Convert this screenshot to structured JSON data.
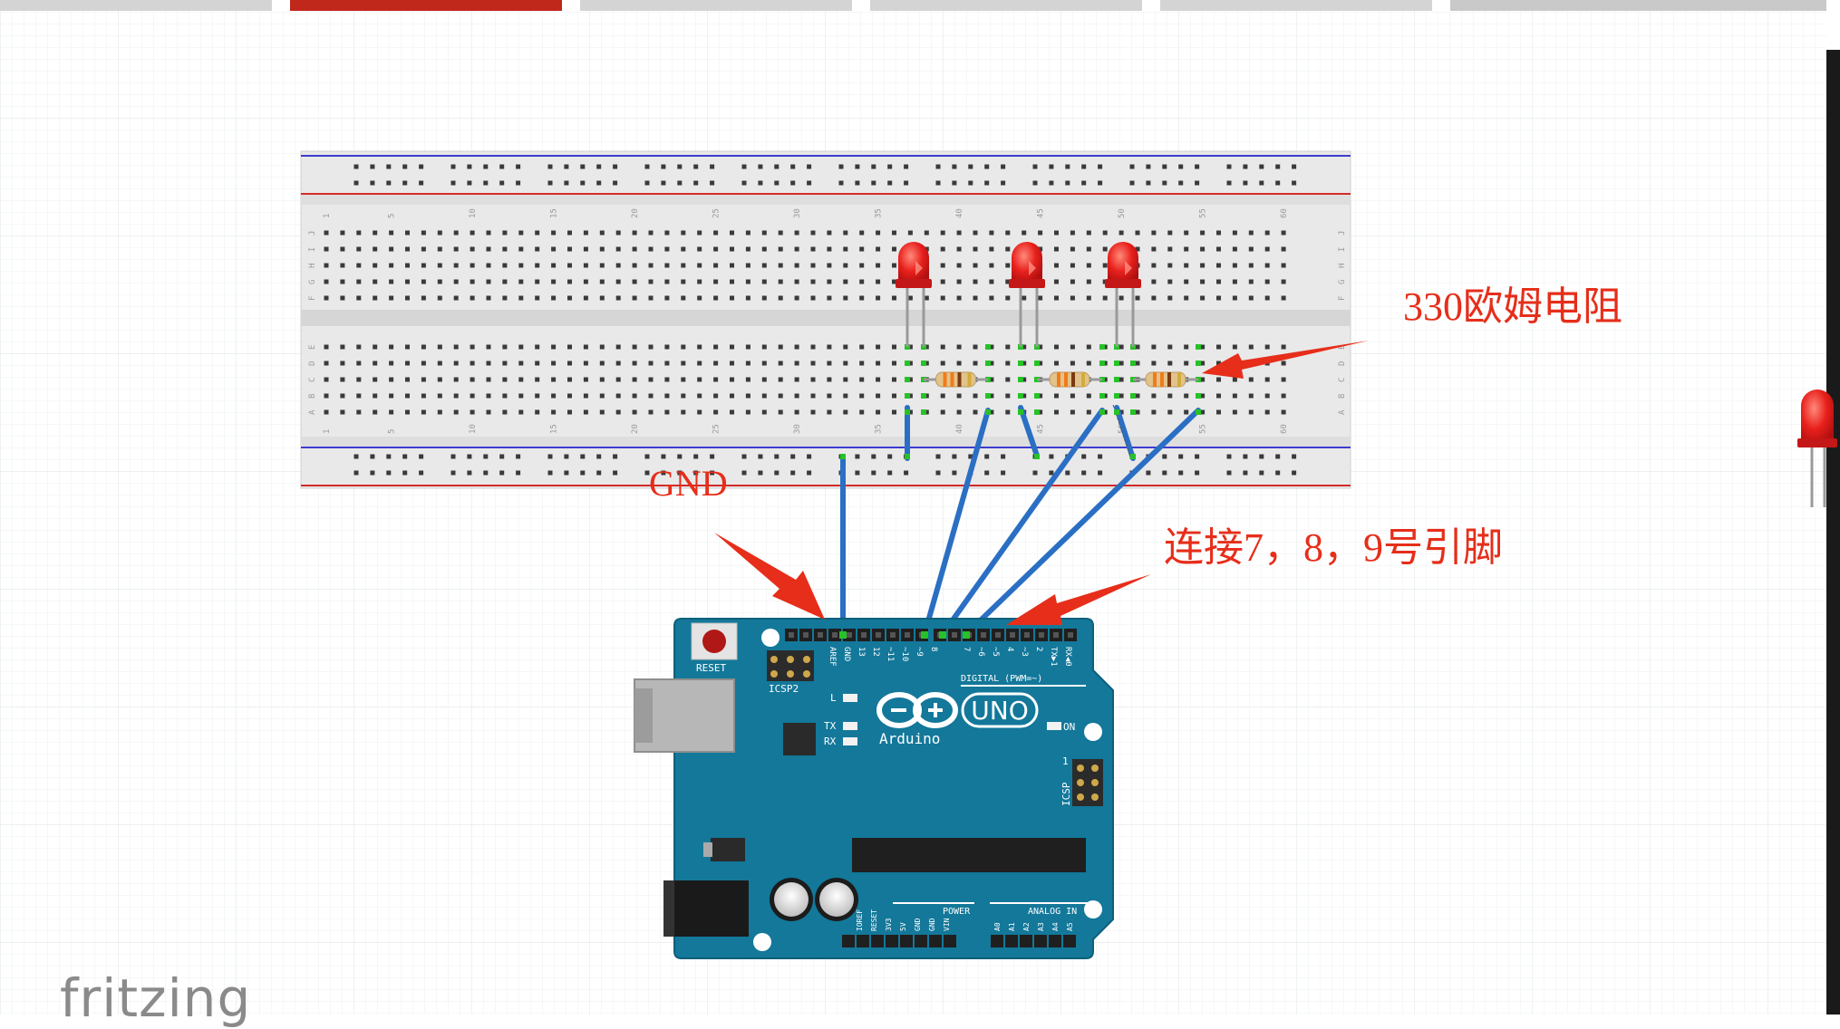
{
  "tabs": [
    {
      "label": "",
      "active": false
    },
    {
      "label": "",
      "active": true
    },
    {
      "label": "",
      "active": false
    },
    {
      "label": "",
      "active": false
    },
    {
      "label": "",
      "active": false
    }
  ],
  "annotations": {
    "resistor": "330欧姆电阻",
    "gnd": "GND",
    "pins": "连接7，8，9号引脚"
  },
  "board": {
    "reset_label": "RESET",
    "icsp2_label": "ICSP2",
    "icsp_label": "ICSP",
    "l_label": "L",
    "tx_label": "TX",
    "rx_label": "RX",
    "on_label": "ON",
    "digital_label": "DIGITAL (PWM=~)",
    "brand": "Arduino",
    "model": "UNO",
    "power_label": "POWER",
    "analog_label": "ANALOG IN",
    "icsp_pin1": "1",
    "top_pins": [
      "AREF",
      "GND",
      "13",
      "12",
      "~11",
      "~10",
      "~9",
      "8",
      "7",
      "~6",
      "~5",
      "4",
      "~3",
      "2",
      "TX▶1",
      "RX◀0"
    ],
    "power_pins": [
      "IOREF",
      "RESET",
      "3V3",
      "5V",
      "GND",
      "GND",
      "VIN"
    ],
    "analog_pins": [
      "A0",
      "A1",
      "A2",
      "A3",
      "A4",
      "A5"
    ]
  },
  "breadboard": {
    "col_numbers": [
      "1",
      "5",
      "10",
      "15",
      "20",
      "25",
      "30",
      "35",
      "40",
      "45",
      "50",
      "55",
      "60"
    ],
    "row_letters_top": [
      "J",
      "I",
      "H",
      "G",
      "F"
    ],
    "row_letters_bottom": [
      "E",
      "D",
      "C",
      "B",
      "A"
    ]
  },
  "watermark": "fritzing",
  "colors": {
    "annotation": "#e62e1a",
    "wire": "#2a6fc4",
    "arduino_board": "#13789a",
    "led": "#e8201c",
    "rail_red": "#d42a2a",
    "rail_blue": "#3c3ccf",
    "active_tab": "#c0281c"
  }
}
